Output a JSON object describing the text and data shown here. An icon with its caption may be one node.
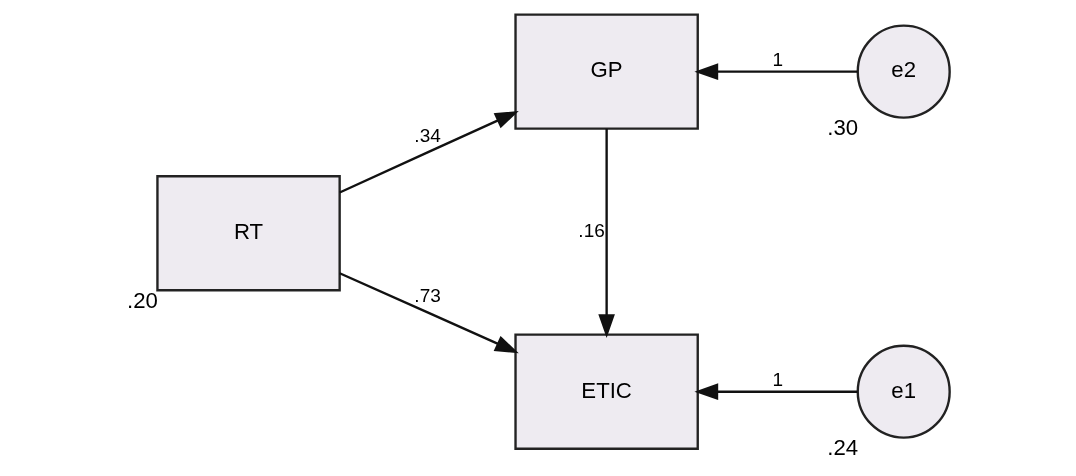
{
  "diagram": {
    "nodes": [
      {
        "text": [
          "GP"
        ]
      },
      {
        "text": [
          "e2"
        ],
        "beside": [
          ".30"
        ]
      },
      {
        "text": [
          "RT"
        ],
        "beside": [
          ".20"
        ]
      },
      {
        "text": [
          "ETIC"
        ]
      },
      {
        "text": [
          "e1"
        ],
        "beside": [
          ".24"
        ]
      }
    ],
    "edges": [
      {
        "from": 2,
        "to": 0,
        "arrow": "to",
        "label": ".34"
      },
      {
        "from": 1,
        "to": 0,
        "arrow": "to",
        "label": "1"
      },
      {
        "from": 0,
        "to": 3,
        "arrow": "to",
        "label": ".16"
      },
      {
        "from": 2,
        "to": 3,
        "arrow": "to",
        "label": ".73"
      },
      {
        "from": 4,
        "to": 3,
        "arrow": "to",
        "label": "1"
      }
    ]
  }
}
